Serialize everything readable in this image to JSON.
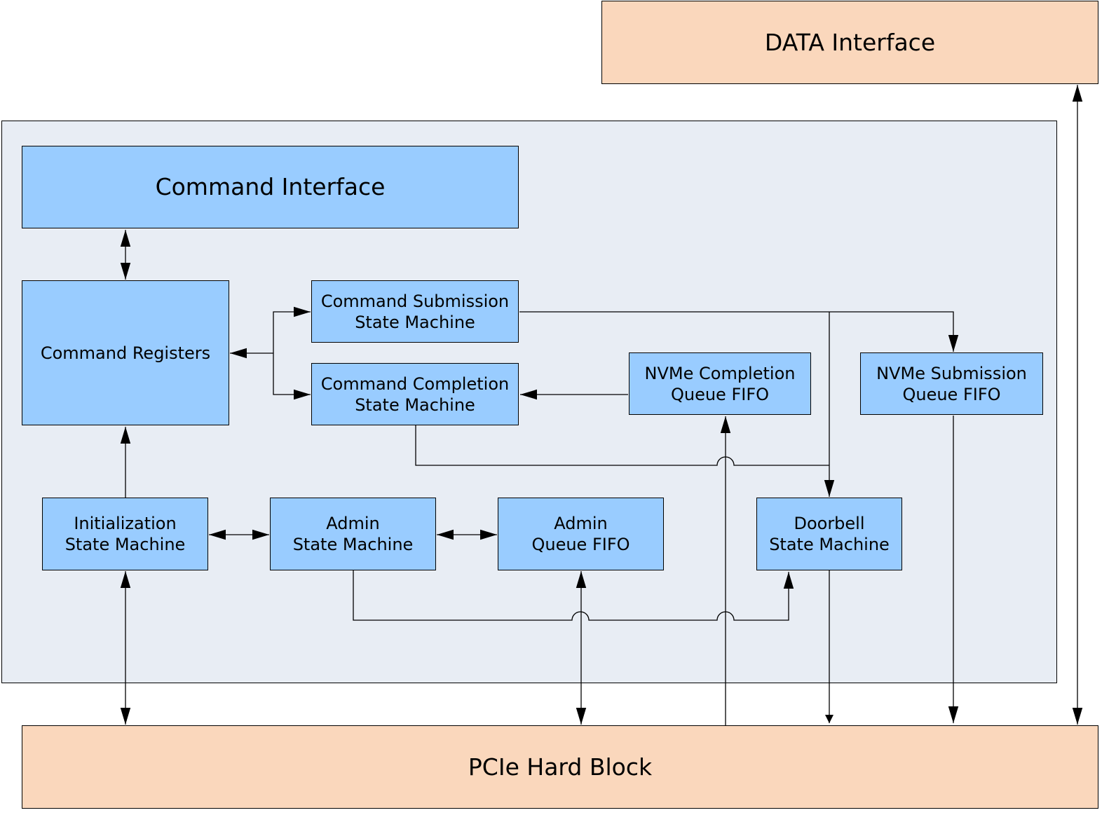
{
  "blocks": {
    "data_interface": {
      "line1": "DATA Interface"
    },
    "pcie_hard_block": {
      "line1": "PCIe Hard Block"
    },
    "command_interface": {
      "line1": "Command Interface"
    },
    "command_registers": {
      "line1": "Command Registers"
    },
    "command_submission": {
      "line1": "Command Submission",
      "line2": "State Machine"
    },
    "command_completion": {
      "line1": "Command Completion",
      "line2": "State Machine"
    },
    "nvme_completion_fifo": {
      "line1": "NVMe Completion",
      "line2": "Queue FIFO"
    },
    "nvme_submission_fifo": {
      "line1": "NVMe Submission",
      "line2": "Queue FIFO"
    },
    "initialization_sm": {
      "line1": "Initialization",
      "line2": "State Machine"
    },
    "admin_sm": {
      "line1": "Admin",
      "line2": "State Machine"
    },
    "admin_queue_fifo": {
      "line1": "Admin",
      "line2": "Queue FIFO"
    },
    "doorbell_sm": {
      "line1": "Doorbell",
      "line2": "State Machine"
    }
  },
  "colors": {
    "blue_block": "#99ccff",
    "peach_block": "#fad7bc",
    "container_bg": "#e8edf4",
    "line": "#000000"
  }
}
